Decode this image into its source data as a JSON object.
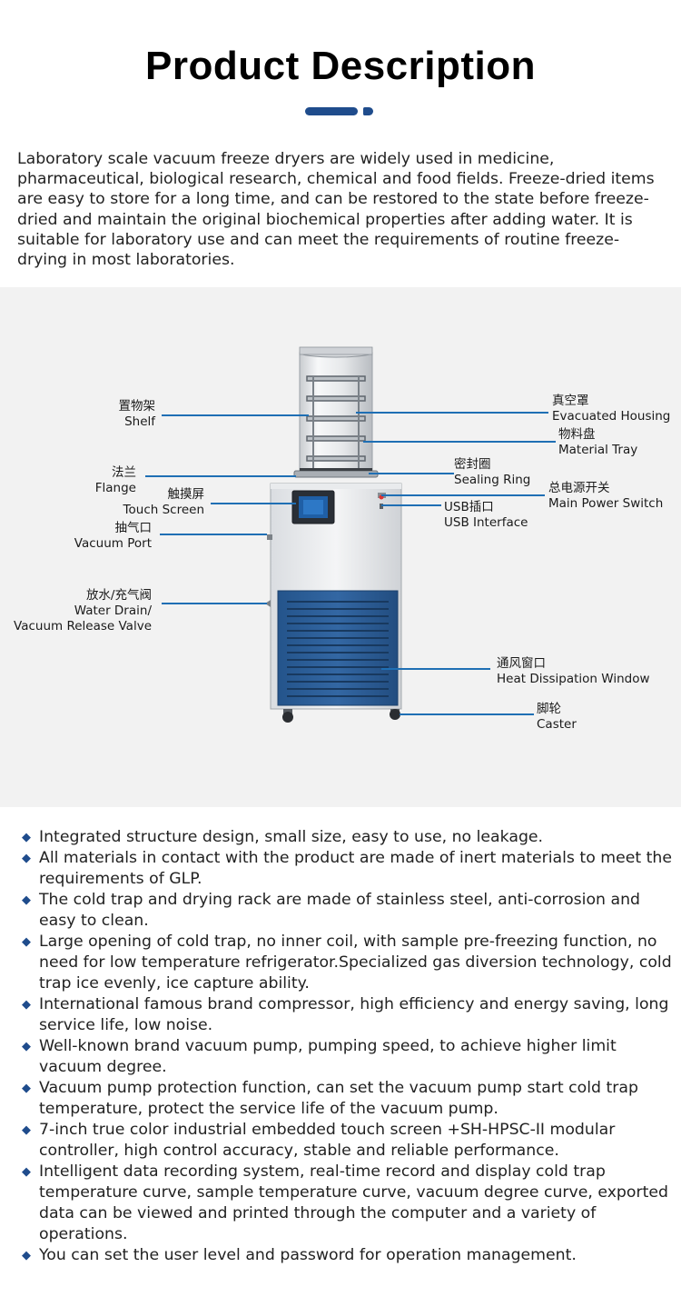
{
  "title": "Product Description",
  "intro": "Laboratory scale vacuum freeze dryers are widely used in medicine, pharmaceutical, biological research, chemical and food fields. Freeze-dried items are easy to store for a long time, and can be restored to the state before freeze-dried and maintain the original biochemical properties after adding water. It is suitable for laboratory use and can meet the requirements of routine freeze-drying in most laboratories.",
  "labels": {
    "shelf": {
      "cn": "置物架",
      "en": "Shelf"
    },
    "flange": {
      "cn": "法兰",
      "en": "Flange"
    },
    "touch_screen": {
      "cn": "触摸屏",
      "en": "Touch Screen"
    },
    "vacuum_port": {
      "cn": "抽气口",
      "en": "Vacuum Port"
    },
    "drain_valve": {
      "cn": "放水/充气阀",
      "en1": "Water Drain/",
      "en2": "Vacuum Release Valve"
    },
    "evacuated_housing": {
      "cn": "真空罩",
      "en": "Evacuated Housing"
    },
    "material_tray": {
      "cn": "物料盘",
      "en": "Material Tray"
    },
    "sealing_ring": {
      "cn": "密封圈",
      "en": "Sealing Ring"
    },
    "main_power_switch": {
      "cn": "总电源开关",
      "en": "Main Power Switch"
    },
    "usb_interface": {
      "cn": "USB插口",
      "en": "USB Interface"
    },
    "heat_dissipation_window": {
      "cn": "通风窗口",
      "en": "Heat Dissipation Window"
    },
    "caster": {
      "cn": "脚轮",
      "en": "Caster"
    }
  },
  "features": [
    "Integrated structure design, small size, easy to use, no leakage.",
    "All materials in contact with the product are made of inert materials to meet the requirements of GLP.",
    "The cold trap and drying rack are made of stainless steel, anti-corrosion and easy to clean.",
    "Large opening of cold trap, no inner coil, with sample pre-freezing function, no need for low temperature refrigerator.Specialized gas diversion technology, cold trap ice evenly, ice capture ability.",
    "International famous brand compressor, high efficiency and energy saving, long service life, low noise.",
    "Well-known brand vacuum pump, pumping speed, to achieve higher limit vacuum degree.",
    "Vacuum pump protection function, can set the vacuum pump start cold trap temperature, protect the service life of the vacuum pump.",
    "7-inch true color industrial embedded touch screen +SH-HPSC-II modular controller, high control accuracy, stable and reliable performance.",
    "Intelligent data recording system, real-time record and display cold trap temperature curve, sample temperature curve, vacuum degree curve, exported data can be viewed and printed through the computer and a variety of operations.",
    "You can set the user level and password for operation management."
  ],
  "bullet_glyph": "◆",
  "colors": {
    "accent": "#1f4c8c",
    "cabinet_panel": "#2b5c94",
    "figure_bg": "#f2f2f2"
  }
}
